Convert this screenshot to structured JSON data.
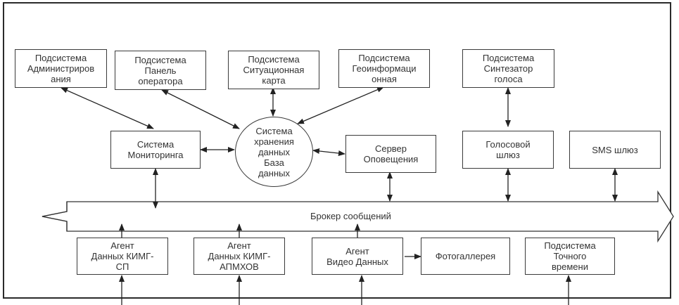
{
  "diagram": {
    "nodes": {
      "admin": "Подсистема\nАдминистриров\nания",
      "operator_panel": "Подсистема\nПанель\nоператора",
      "situation_map": "Подсистема\nСитуационная\nкарта",
      "geoinfo": "Подсистема\nГеоинформаци\nонная",
      "voice_synth": "Подсистема\nСинтезатор\nголоса",
      "monitoring": "Система\nМониторинга",
      "storage_db": "Система\nхранения\nданных\nБаза\nданных",
      "notify_server": "Сервер\nОповещения",
      "voice_gateway": "Голосовой\nшлюз",
      "sms_gateway": "SMS шлюз",
      "agent_kimg_sp": "Агент\nДанных КИМГ-\nСП",
      "agent_kimg_apmhov": "Агент\nДанных КИМГ-\nАПМХОВ",
      "agent_video": "Агент\nВидео Данных",
      "photo_gallery": "Фотогаллерея",
      "precise_time": "Подсистема\nТочного\nвремени"
    },
    "broker_label": "Брокер сообщений",
    "edges": [
      {
        "from": "admin",
        "to": "monitoring",
        "type": "bidirectional"
      },
      {
        "from": "operator_panel",
        "to": "storage_db",
        "type": "bidirectional"
      },
      {
        "from": "situation_map",
        "to": "storage_db",
        "type": "bidirectional"
      },
      {
        "from": "geoinfo",
        "to": "storage_db",
        "type": "bidirectional"
      },
      {
        "from": "monitoring",
        "to": "storage_db",
        "type": "bidirectional"
      },
      {
        "from": "storage_db",
        "to": "notify_server",
        "type": "bidirectional"
      },
      {
        "from": "voice_synth",
        "to": "voice_gateway",
        "type": "bidirectional"
      },
      {
        "from": "monitoring",
        "to": "broker",
        "type": "bidirectional"
      },
      {
        "from": "notify_server",
        "to": "broker",
        "type": "bidirectional"
      },
      {
        "from": "voice_gateway",
        "to": "broker",
        "type": "bidirectional"
      },
      {
        "from": "sms_gateway",
        "to": "broker",
        "type": "bidirectional"
      },
      {
        "from": "agent_kimg_sp",
        "to": "broker",
        "type": "directed"
      },
      {
        "from": "agent_kimg_apmhov",
        "to": "broker",
        "type": "directed"
      },
      {
        "from": "agent_video",
        "to": "broker",
        "type": "directed"
      },
      {
        "from": "agent_video",
        "to": "photo_gallery",
        "type": "directed"
      },
      {
        "from": "external",
        "to": "agent_kimg_sp",
        "type": "directed"
      },
      {
        "from": "external",
        "to": "agent_kimg_apmhov",
        "type": "directed"
      },
      {
        "from": "external",
        "to": "agent_video",
        "type": "directed"
      },
      {
        "from": "external",
        "to": "precise_time",
        "type": "directed"
      }
    ]
  }
}
